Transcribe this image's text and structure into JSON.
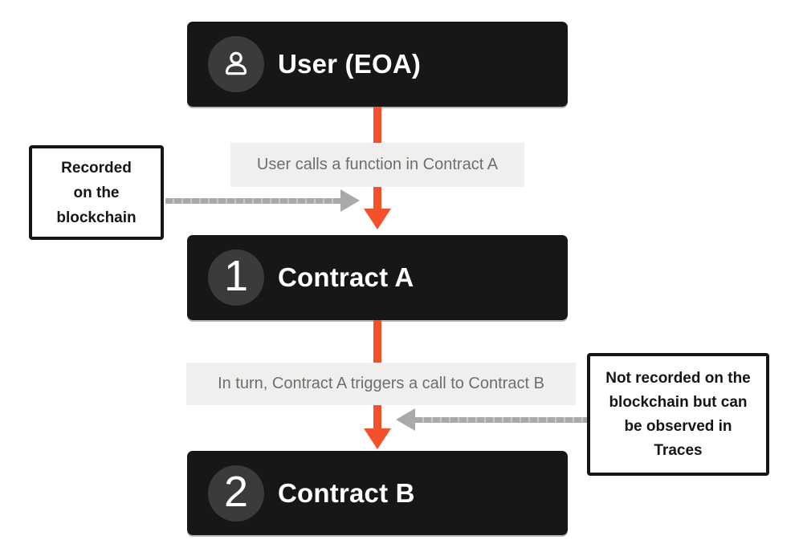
{
  "nodes": [
    {
      "title": "User (EOA)",
      "icon": "user"
    },
    {
      "title": "Contract A",
      "badge": "1"
    },
    {
      "title": "Contract B",
      "badge": "2"
    }
  ],
  "edge_labels": [
    {
      "text": "User calls a function in Contract A"
    },
    {
      "text": "In turn, Contract A triggers a call to Contract B"
    }
  ],
  "callouts": [
    {
      "side": "left",
      "text": "Recorded\non the\nblockchain"
    },
    {
      "side": "right",
      "text": "Not recorded on the\nblockchain but can\nbe observed in\nTraces"
    }
  ],
  "colors": {
    "node_background": "#171717",
    "node_text": "#ffffff",
    "avatar_circle": "#3b3b3b",
    "edge_label_background": "#f0efed",
    "edge_label_text": "#6f6e6c",
    "flow_arrow": "#f4502c",
    "annotation_arrow": "#a9a9a9",
    "callout_border": "#151515"
  }
}
